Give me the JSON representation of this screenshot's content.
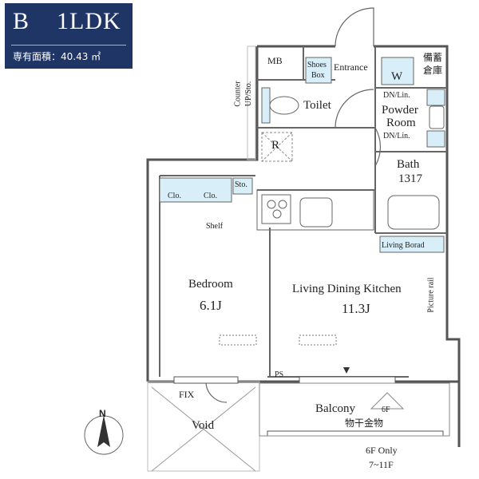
{
  "header": {
    "type": "B",
    "layout": "1LDK",
    "area": "専有面積：40.43 ㎡"
  },
  "rooms": {
    "mb": "MB",
    "shoes_box_1": "Shoes",
    "shoes_box_2": "Box",
    "entrance": "Entrance",
    "storage_1": "備蓄",
    "storage_2": "倉庫",
    "washer": "W",
    "counter_1": "Counter",
    "counter_2": "UP/Sto.",
    "toilet": "Toilet",
    "dn_lin_1": "DN/Lin.",
    "powder_1": "Powder",
    "powder_2": "Room",
    "dn_lin_2": "DN/Lin.",
    "refrigerator": "R",
    "bath": "Bath",
    "bath_size": "1317",
    "sto": "Sto.",
    "clo_1": "Clo.",
    "clo_2": "Clo.",
    "shelf": "Shelf",
    "living_board": "Living Borad",
    "bedroom": "Bedroom",
    "bedroom_size": "6.1J",
    "ldk": "Living Dining  Kitchen",
    "ldk_size": "11.3J",
    "picture_rail": "Picture rail",
    "ps": "PS",
    "fix": "FIX",
    "void": "Void",
    "balcony": "Balcony",
    "hanger_1": "物干金物",
    "hanger_2": "6F",
    "note_1": "6F Only",
    "note_2": "7~11F",
    "north": "N"
  }
}
